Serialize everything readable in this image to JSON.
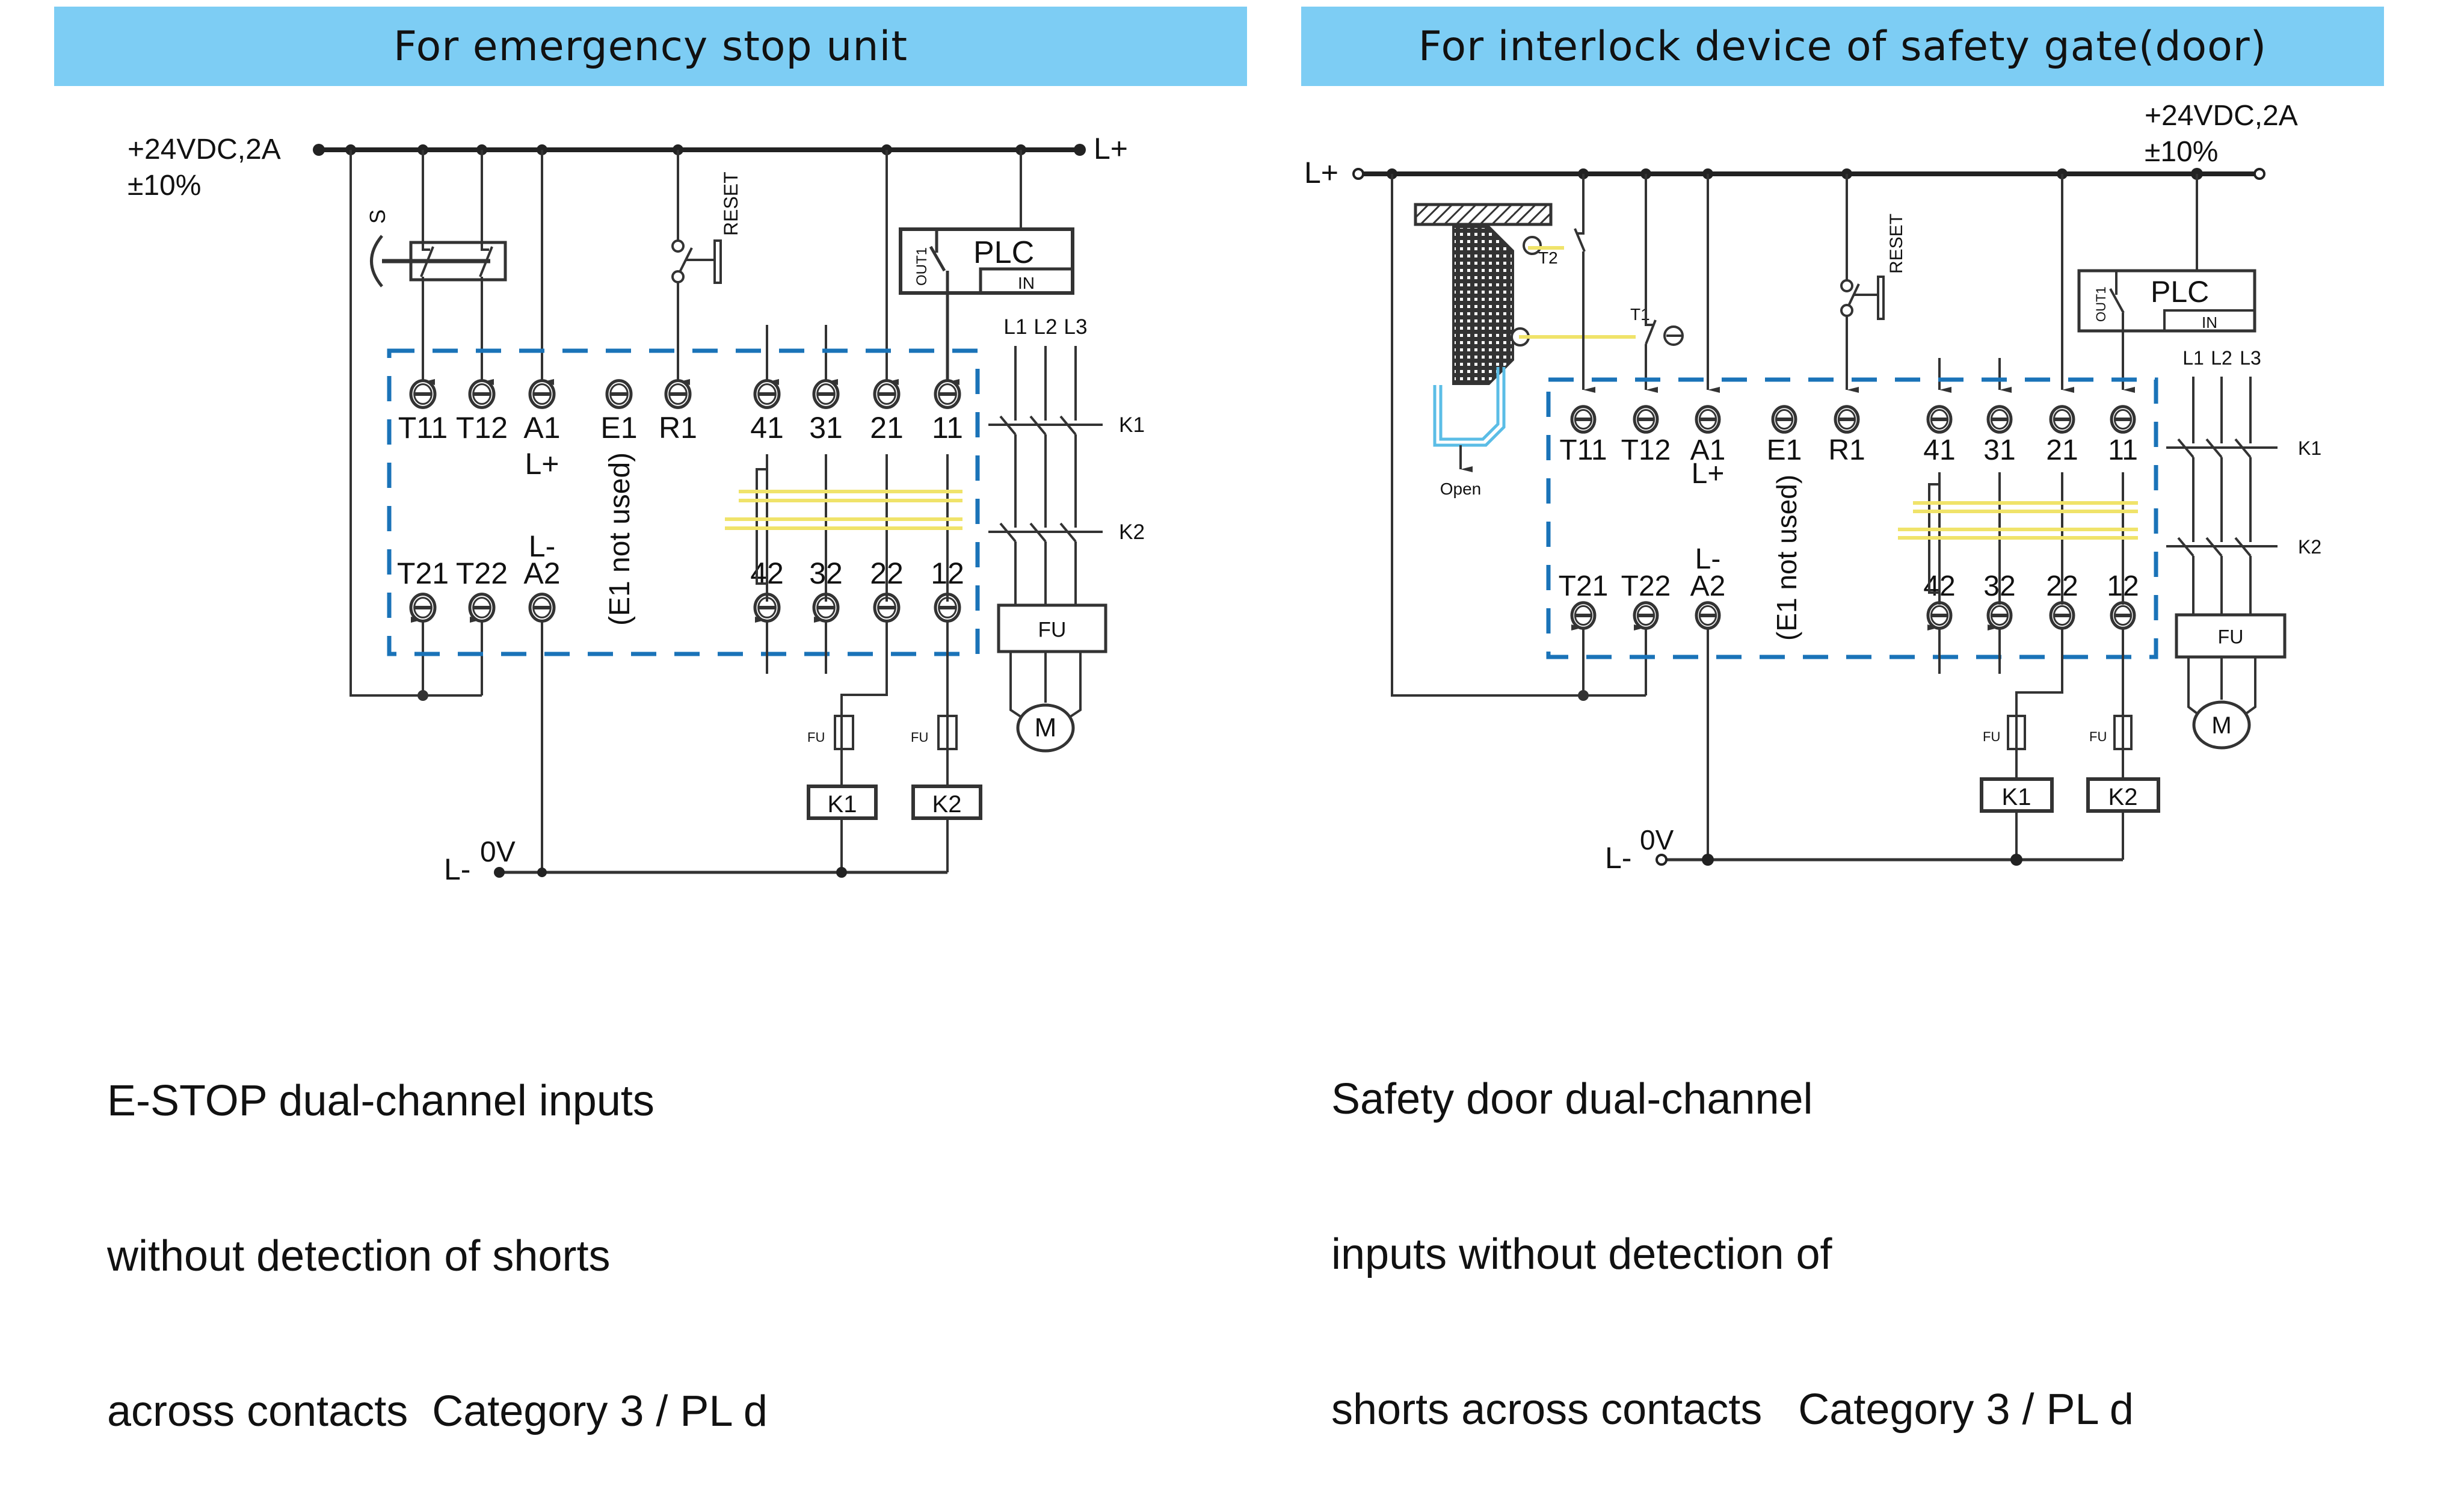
{
  "left_panel": {
    "title": "For emergency stop unit",
    "supply_label": "+24VDC,2A",
    "tolerance_label": "±10%",
    "positive_rail_label": "L+",
    "negative_rail_label": "L-",
    "zero_volt_label": "0V",
    "estop_label": "S",
    "reset_label": "RESET",
    "plc": {
      "label": "PLC",
      "output_label": "OUT1",
      "input_label": "IN"
    },
    "top_terminals": [
      "T11",
      "T12",
      "A1",
      "E1",
      "R1",
      "41",
      "31",
      "21",
      "11"
    ],
    "bottom_terminals": [
      "T21",
      "T22",
      "A2",
      "42",
      "32",
      "22",
      "12"
    ],
    "a1_sub_label": "L+",
    "a2_sup_label": "L-",
    "e1_note": "(E1 not used)",
    "phase_labels": [
      "L1",
      "L2",
      "L3"
    ],
    "contactor_labels": [
      "K1",
      "K2"
    ],
    "fuse_labels": [
      "FU",
      "FU"
    ],
    "main_fuse_label": "FU",
    "motor_label": "M",
    "coil_labels": [
      "K1",
      "K2"
    ],
    "description_lines": [
      "E-STOP dual-channel inputs",
      "without detection of shorts",
      "across contacts  Category 3 / PL d"
    ]
  },
  "right_panel": {
    "title": "For interlock device of safety gate(door)",
    "supply_label": "+24VDC,2A",
    "tolerance_label": "±10%",
    "positive_rail_label": "L+",
    "negative_rail_label": "L-",
    "zero_volt_label": "0V",
    "switch_labels": [
      "T2",
      "T1"
    ],
    "open_label": "Open",
    "reset_label": "RESET",
    "plc": {
      "label": "PLC",
      "output_label": "OUT1",
      "input_label": "IN"
    },
    "top_terminals": [
      "T11",
      "T12",
      "A1",
      "E1",
      "R1",
      "41",
      "31",
      "21",
      "11"
    ],
    "bottom_terminals": [
      "T21",
      "T22",
      "A2",
      "42",
      "32",
      "22",
      "12"
    ],
    "a1_sub_label": "L+",
    "a2_sup_label": "L-",
    "e1_note": "(E1 not used)",
    "phase_labels": [
      "L1",
      "L2",
      "L3"
    ],
    "contactor_labels": [
      "K1",
      "K2"
    ],
    "fuse_labels": [
      "FU",
      "FU"
    ],
    "main_fuse_label": "FU",
    "motor_label": "M",
    "coil_labels": [
      "K1",
      "K2"
    ],
    "description_lines": [
      "Safety door dual-channel",
      "inputs without detection of",
      "shorts across contacts   Category 3 / PL d"
    ]
  },
  "colors": {
    "banner": "#7dcdf4",
    "relay_boundary": "#1a73b8",
    "mechanical_link": "#f0e36a",
    "door_guard": "#5bbde6",
    "wire": "#333333"
  }
}
